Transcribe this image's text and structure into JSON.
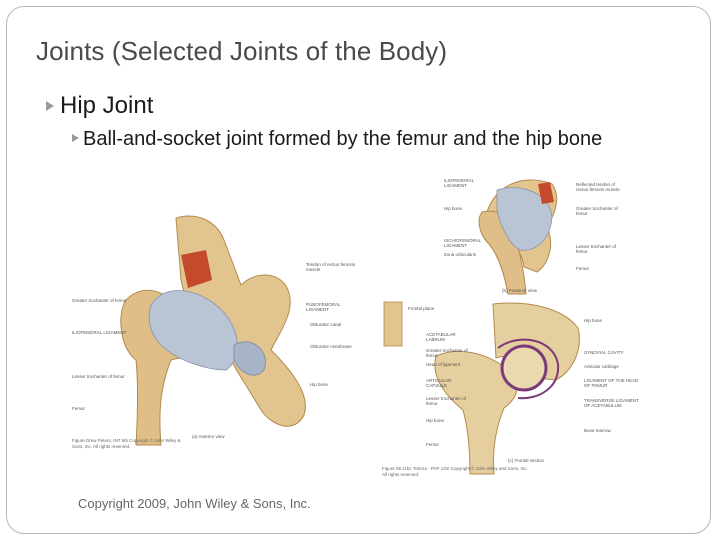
{
  "slide": {
    "title": "Joints (Selected Joints of the Body)",
    "bullet_level1": "Hip Joint",
    "bullet_level2": "Ball-and-socket joint formed by the femur and the hip bone",
    "copyright": "Copyright 2009, John Wiley & Sons, Inc."
  },
  "colors": {
    "bone": "#e2c48f",
    "ligament": "#b9c4d4",
    "muscle": "#c44a2c",
    "cartilage": "#7a3a7a",
    "border": "#b8b8b8",
    "bullet_marker": "#9a9a9a"
  },
  "figures": {
    "anterior": {
      "labels": {
        "tendon": "Tendon of rectus femoris muscle",
        "greater": "Greater trochanter of femur",
        "pubo": "PUBOFEMORAL LIGAMENT",
        "ilio": "ILIOFEMORAL LIGAMENT",
        "obt_canal": "Obturator canal",
        "obt_membrane": "Obturator membrane",
        "lesser": "Lesser trochanter of femur",
        "hip_bone": "Hip bone",
        "femur": "Femur",
        "view": "(a) Anterior view"
      },
      "credit": "Figure Drew Peters, INT 9/5 Copyright © John Wiley & Sons, Inc. All rights reserved."
    },
    "posterior": {
      "labels": {
        "ilio": "ILIOFEMORAL LIGAMENT",
        "tendon": "Reflected tendon of rectus femoris muscle",
        "hip_bone": "Hip bone",
        "greater": "Greater trochanter of femur",
        "isch": "ISCHIOFEMORAL LIGAMENT",
        "zona": "Zona orbicularis",
        "lesser": "Lesser trochanter of femur",
        "femur": "Femur",
        "view": "(b) Posterior view"
      }
    },
    "frontal": {
      "labels": {
        "plane": "Frontal plane",
        "hip_bone": "Hip bone",
        "acetabular": "ACETABULAR LABRUM",
        "greater": "Greater trochanter of femur",
        "synovial": "SYNOVIAL CAVITY",
        "head_ligament": "Head of ligament",
        "articular_cartilage": "Articular cartilage",
        "lig_head": "LIGAMENT OF THE HEAD OF FEMUR",
        "capsule": "ARTICULAR CAPSULE",
        "lesser": "Lesser trochanter of femur",
        "transverse": "TRANSVERSE LIGAMENT OF ACETABULUM",
        "hip_bone2": "Hip bone",
        "femur": "Femur",
        "bone_marrow": "Bone marrow",
        "view": "(c) Frontal section"
      },
      "caption": "Figure 09.11bc Tortora - PAP 12/e Copyright © John Wiley and Sons, Inc. All rights reserved."
    }
  }
}
